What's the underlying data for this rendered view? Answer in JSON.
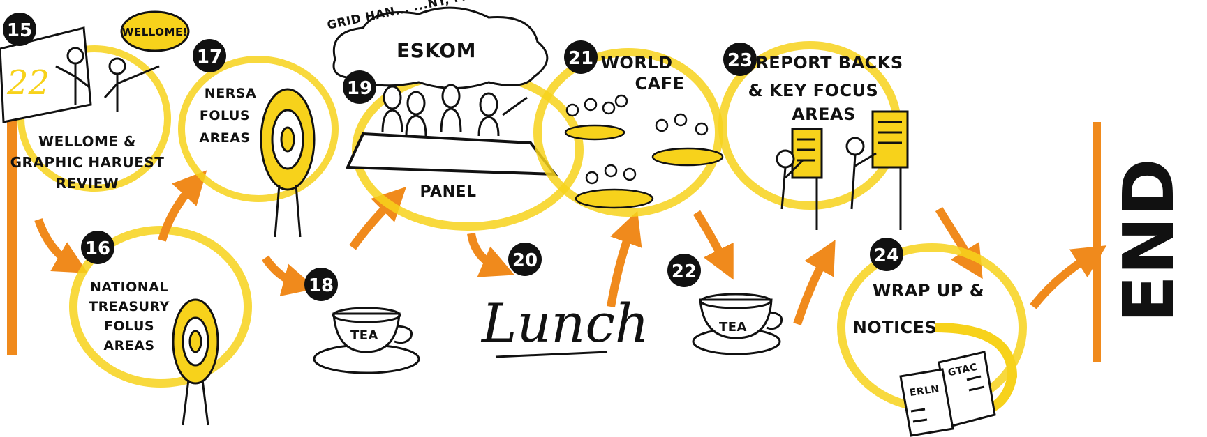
{
  "steps": [
    {
      "number": "15",
      "label_lines": [
        "WELLOME &",
        "GRAPHIC HARUEST",
        "REVIEW"
      ],
      "bubble": "WELLOME!"
    },
    {
      "number": "16",
      "label_lines": [
        "NATIONAL",
        "TREASURY",
        "FOLUS",
        "AREAS"
      ]
    },
    {
      "number": "17",
      "label_lines": [
        "NERSA",
        "FOLUS",
        "AREAS"
      ]
    },
    {
      "number": "18",
      "cup_label": "TEA"
    },
    {
      "number": "19",
      "cloud_title": "ESKOM",
      "cloud_caption": "GRID HAN... ...NT, MINI GRIDS...",
      "table_label": "PANEL"
    },
    {
      "number": "20",
      "script_label": "Lunch"
    },
    {
      "number": "21",
      "label_lines": [
        "WORLD",
        "CAFE"
      ]
    },
    {
      "number": "22",
      "cup_label": "TEA"
    },
    {
      "number": "23",
      "label_lines": [
        "REPORT BACKS",
        "& KEY FOCUS",
        "AREAS"
      ]
    },
    {
      "number": "24",
      "label_lines": [
        "WRAP UP &",
        "NOTICES"
      ],
      "doc_labels": [
        "ERLN",
        "GTAC"
      ]
    }
  ],
  "end_label": "END",
  "colors": {
    "yellow": "#f7d21b",
    "orange": "#f08a1c",
    "ink": "#111111"
  }
}
